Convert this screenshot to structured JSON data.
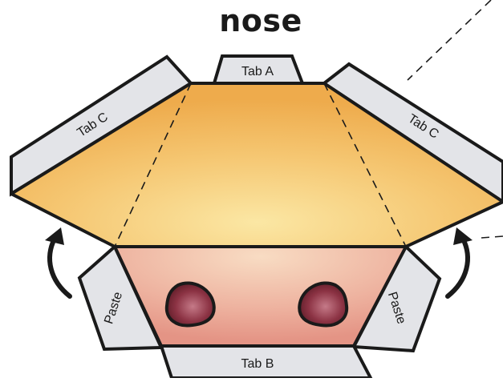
{
  "title": "nose",
  "labels": {
    "tab_a": "Tab A",
    "tab_b": "Tab B",
    "tab_c_left": "Tab C",
    "tab_c_right": "Tab C",
    "paste_left": "Paste",
    "paste_right": "Paste"
  },
  "colors": {
    "outline": "#1a1a1a",
    "tab_fill": "#e3e4e8",
    "upper_face": "#f1b85a",
    "snout_face": "#e8a08e",
    "nostril_fill": "#7a2a35"
  },
  "icons": [
    "fold-arrow-icon",
    "fold-arrow-icon",
    "nostril-icon",
    "nostril-icon"
  ]
}
